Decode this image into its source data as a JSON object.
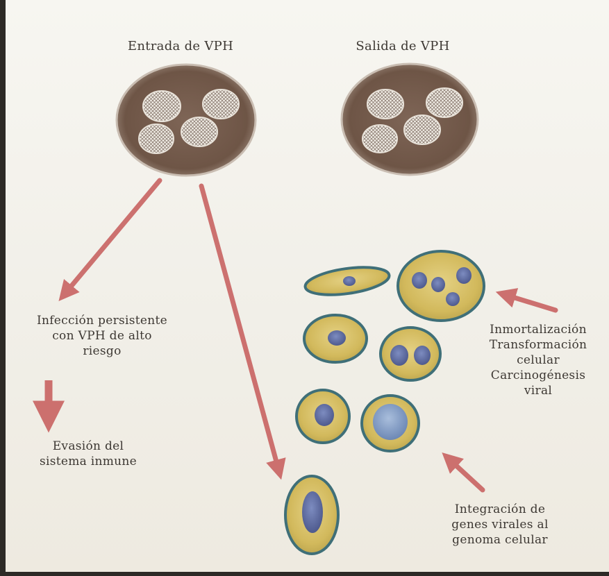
{
  "labels": {
    "entry_title": "Entrada de VPH",
    "exit_title": "Salida de VPH",
    "infection": [
      "Infección persistente",
      "con VPH de alto",
      "riesgo"
    ],
    "evasion": [
      "Evasión del",
      "sistema inmune"
    ],
    "transformation": [
      "Inmortalización",
      "Transformación",
      "celular",
      "Carcinogénesis",
      "viral"
    ],
    "integration": [
      "Integración de",
      "genes virales al",
      "genoma celular"
    ]
  },
  "colors": {
    "arrow": "#c65b5a",
    "cell_fill": "#d6c06a",
    "cell_border": "#3f6f78",
    "nucleus": "#5f6fa6",
    "virus_disc": "#8a6f5e"
  }
}
